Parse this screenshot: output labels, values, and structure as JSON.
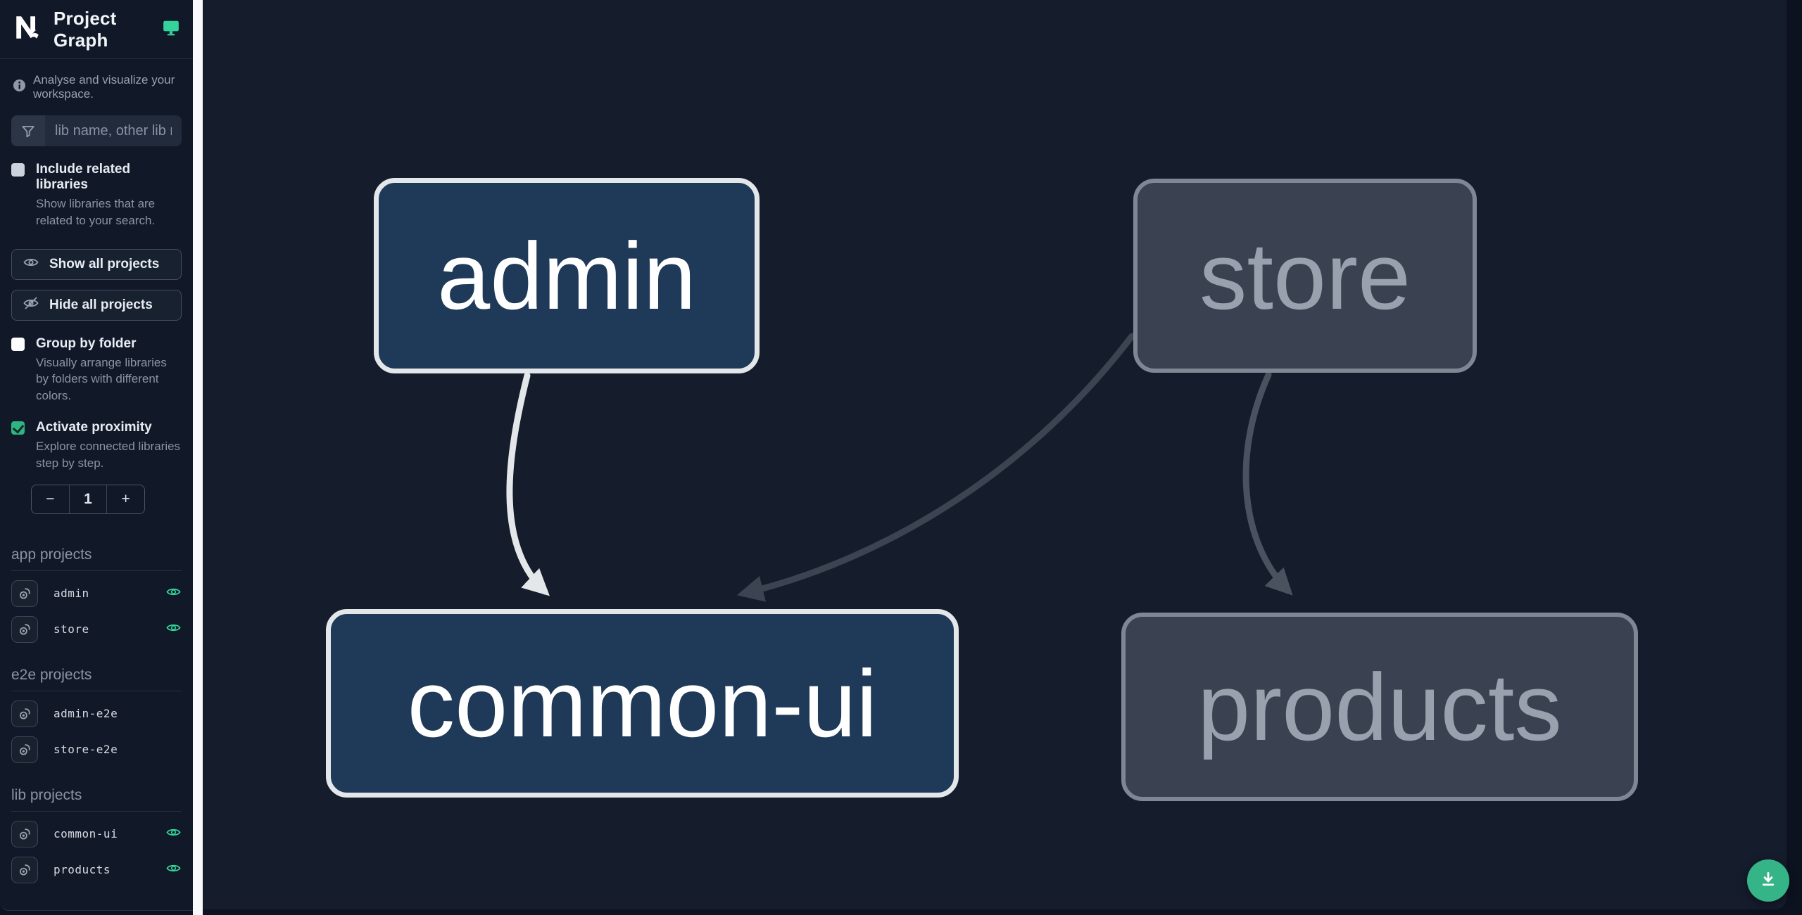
{
  "header": {
    "app_name": "Nx",
    "title": "Project Graph"
  },
  "sidebar": {
    "tagline": "Analyse and visualize your workspace.",
    "search": {
      "placeholder": "lib name, other lib name"
    },
    "include_related": {
      "label": "Include related libraries",
      "description": "Show libraries that are related to your search.",
      "checked": false
    },
    "buttons": {
      "show_all": "Show all projects",
      "hide_all": "Hide all projects"
    },
    "group_by_folder": {
      "label": "Group by folder",
      "description": "Visually arrange libraries by folders with different colors.",
      "checked": false
    },
    "activate_proximity": {
      "label": "Activate proximity",
      "description": "Explore connected libraries step by step.",
      "checked": true
    },
    "proximity_stepper": {
      "decrement": "−",
      "value": "1",
      "increment": "+"
    },
    "sections": [
      {
        "title": "app projects",
        "items": [
          {
            "name": "admin",
            "visible": true
          },
          {
            "name": "store",
            "visible": true
          }
        ]
      },
      {
        "title": "e2e projects",
        "items": [
          {
            "name": "admin-e2e",
            "visible": false
          },
          {
            "name": "store-e2e",
            "visible": false
          }
        ]
      },
      {
        "title": "lib projects",
        "items": [
          {
            "name": "common-ui",
            "visible": true
          },
          {
            "name": "products",
            "visible": true
          }
        ]
      }
    ]
  },
  "graph": {
    "nodes": [
      {
        "id": "admin",
        "label": "admin",
        "state": "highlighted"
      },
      {
        "id": "store",
        "label": "store",
        "state": "faded"
      },
      {
        "id": "common-ui",
        "label": "common-ui",
        "state": "highlighted"
      },
      {
        "id": "products",
        "label": "products",
        "state": "faded"
      }
    ],
    "edges": [
      {
        "from": "admin",
        "to": "common-ui",
        "state": "highlighted"
      },
      {
        "from": "store",
        "to": "common-ui",
        "state": "faded"
      },
      {
        "from": "store",
        "to": "products",
        "state": "faded"
      }
    ]
  },
  "fab": {
    "action": "download-graph-image"
  },
  "colors": {
    "accent_green": "#34d399",
    "fab_green": "#34b487",
    "node_highlight_fill": "#1e3a58",
    "node_highlight_border": "#e4e7ea",
    "node_faded_fill": "#3a4150",
    "node_faded_border": "#7f8795",
    "edge_highlight": "#e4e7ea",
    "edge_faded": "#3c4452",
    "canvas_bg": "#151c2c",
    "sidebar_bg": "#111827"
  }
}
